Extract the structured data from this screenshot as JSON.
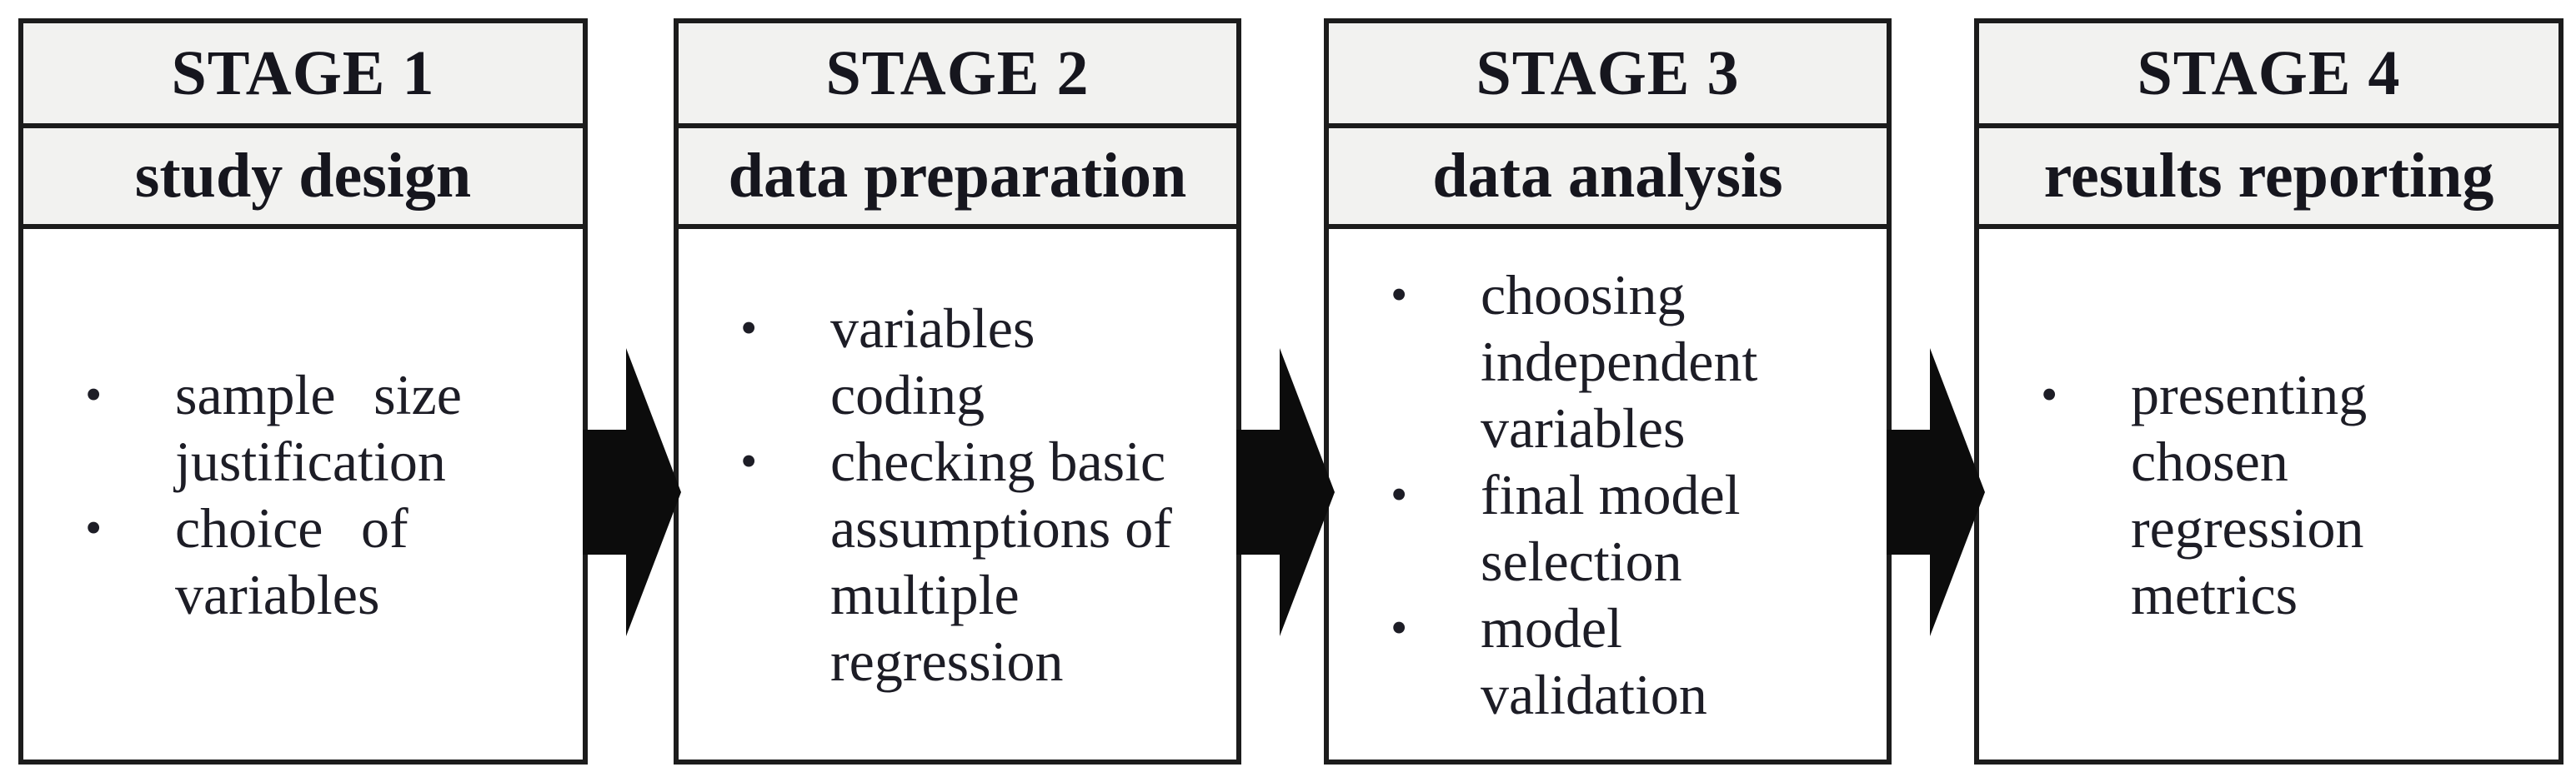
{
  "diagram": {
    "bullet_glyph": "•",
    "colors": {
      "border": "#1c1c1c",
      "header_background": "#f2f2f0",
      "arrow_fill": "#0c0c0c",
      "text": "#1d1d26"
    },
    "arrow_icon": "right-block-arrow",
    "stages": [
      {
        "stage_label": "STAGE 1",
        "title": "study design",
        "items": [
          "sample size\njustification",
          "choice of\nvariables"
        ]
      },
      {
        "stage_label": "STAGE 2",
        "title": "data preparation",
        "items": [
          "variables\ncoding",
          "checking basic\nassumptions of\nmultiple\nregression"
        ]
      },
      {
        "stage_label": "STAGE 3",
        "title": "data analysis",
        "items": [
          "choosing\nindependent\nvariables",
          "final model\nselection",
          "model\nvalidation"
        ]
      },
      {
        "stage_label": "STAGE 4",
        "title": "results reporting",
        "items": [
          "presenting\nchosen\nregression\nmetrics"
        ]
      }
    ]
  }
}
